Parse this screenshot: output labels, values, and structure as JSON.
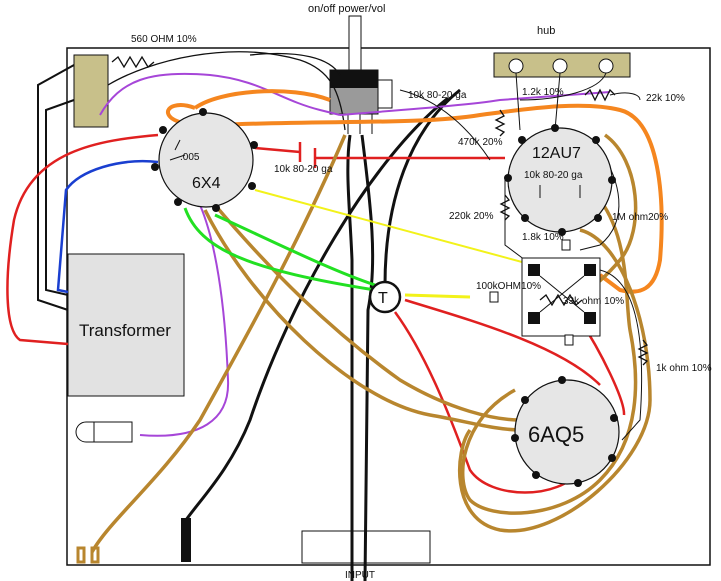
{
  "labels": {
    "top_control": "on/off power/vol",
    "hub": "hub",
    "input": "INPUT",
    "transformer": "Transformer",
    "tube_6x4": "6X4",
    "tube_12au7": "12AU7",
    "tube_6aq5": "6AQ5",
    "terminal_t": "T"
  },
  "components": {
    "r_560": "560 OHM 10%",
    "r_10k_top": "10k 80-20 ga",
    "r_1_2k": "1.2k 10%",
    "r_22k": "22k 10%",
    "r_470k": "470k 20%",
    "cap_005": ".005",
    "r_10k_mid": "10k 80-20 ga",
    "r_10k_tube": "10k 80-20 ga",
    "r_220k": "220k 20%",
    "r_1m": "1M ohm20%",
    "r_1_8k": "1.8k 10%",
    "r_100k": "100kOHM10%",
    "r_33k": "33k ohm 10%",
    "r_1k": "1k ohm 10%"
  },
  "colors": {
    "wire_red": "#e02020",
    "wire_blue": "#1a3fd0",
    "wire_purple": "#a646d8",
    "wire_orange": "#f5861f",
    "wire_brown": "#b8862e",
    "wire_green": "#22e022",
    "wire_yellow": "#f2f21a",
    "wire_black": "#111111",
    "switch_tan": "#c8c08a",
    "transformer_fill": "#e2e2e2"
  }
}
